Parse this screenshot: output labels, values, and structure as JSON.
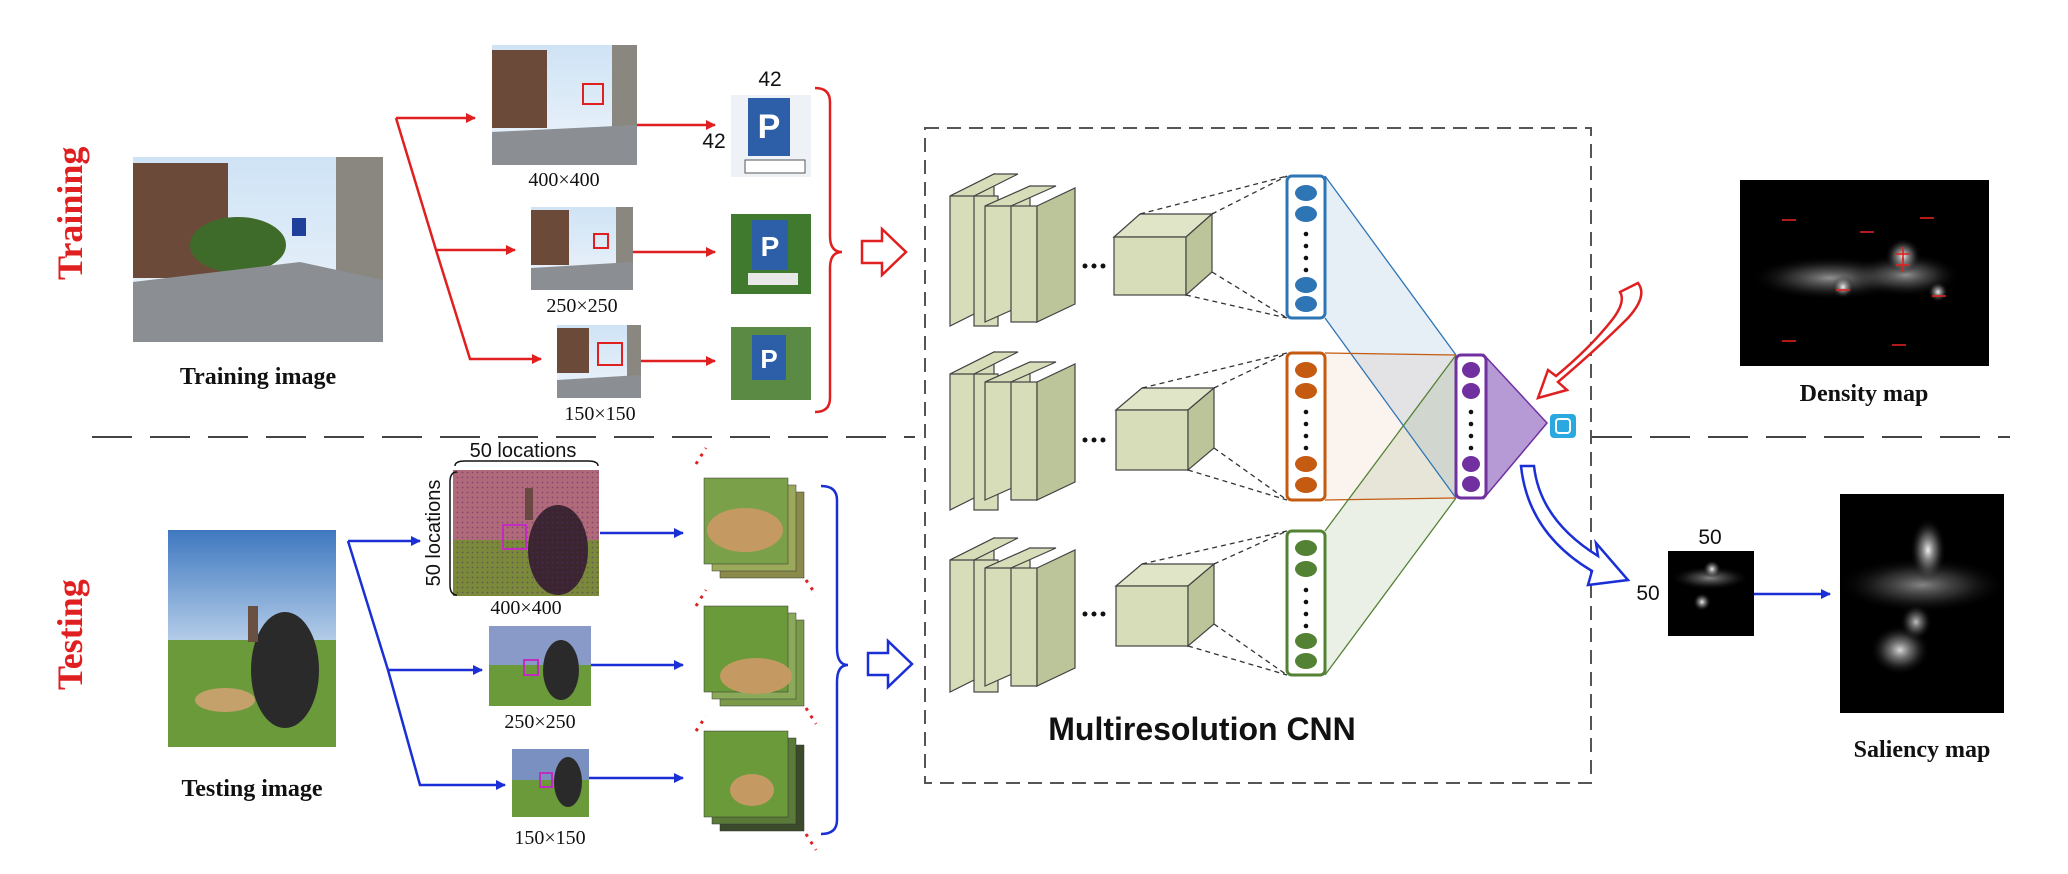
{
  "sections": {
    "training": "Training",
    "testing": "Testing"
  },
  "training": {
    "image_label": "Training image",
    "scales": [
      "400×400",
      "250×250",
      "150×150"
    ],
    "patch_w": "42",
    "patch_h": "42"
  },
  "testing": {
    "image_label": "Testing image",
    "scales": [
      "400×400",
      "250×250",
      "150×150"
    ],
    "grid_top": "50 locations",
    "grid_side": "50 locations"
  },
  "cnn": {
    "title": "Multiresolution CNN"
  },
  "outputs": {
    "density_label": "Density map",
    "saliency_label": "Saliency map",
    "small_w": "50",
    "small_h": "50"
  },
  "colors": {
    "training": "#e02020",
    "testing": "#1a2fd6",
    "block_fill": "#d6ddb8",
    "col_blue": "#2e75b6",
    "col_orange": "#c55a11",
    "col_green": "#548235",
    "col_purple": "#7030a0",
    "output_unit": "#29a9e0"
  }
}
